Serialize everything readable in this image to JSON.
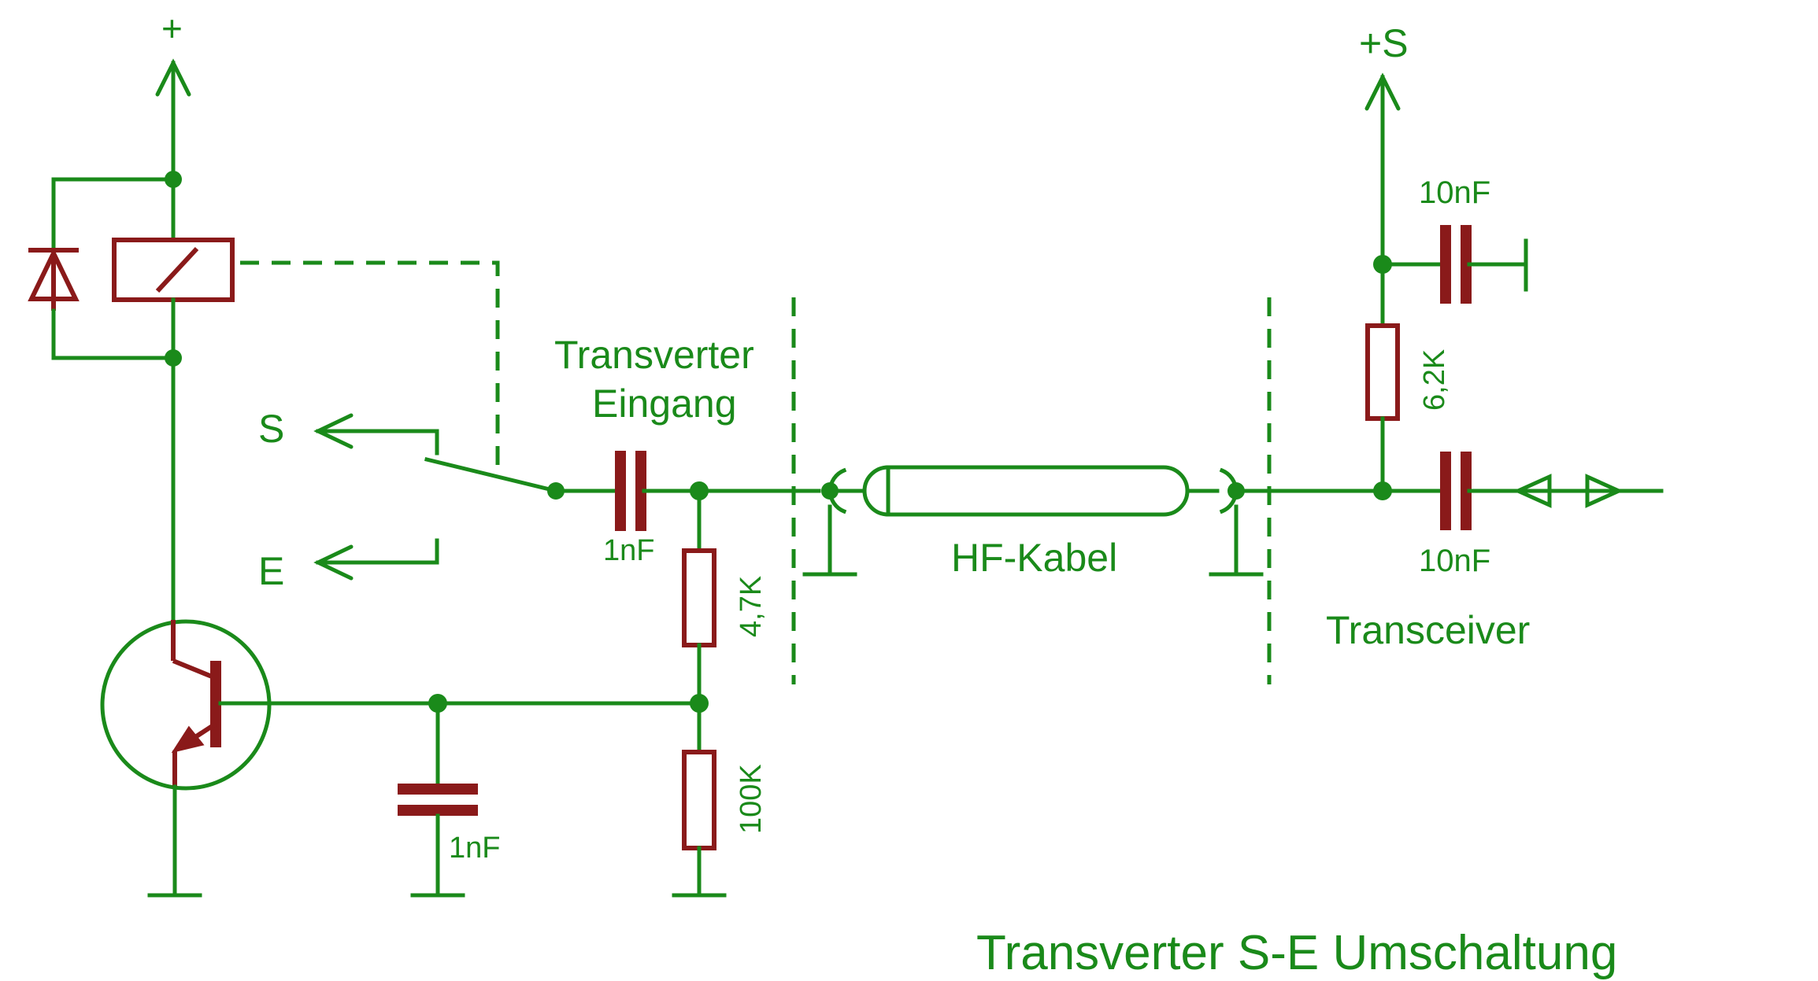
{
  "labels": {
    "plus": "+",
    "plus_s": "+S",
    "s": "S",
    "e": "E",
    "transverter_line1": "Transverter",
    "transverter_line2": "Eingang",
    "c_coupling": "1nF",
    "r_bias_top": "4,7K",
    "r_bias_bottom": "100K",
    "c_base": "1nF",
    "cable": "HF-Kabel",
    "c_supply": "10nF",
    "r_feed": "6,2K",
    "c_output": "10nF",
    "transceiver": "Transceiver",
    "title": "Transverter S-E Umschaltung"
  },
  "colors": {
    "wire": "#1a8a1a",
    "component": "#8a1a1a",
    "background": "#ffffff"
  }
}
